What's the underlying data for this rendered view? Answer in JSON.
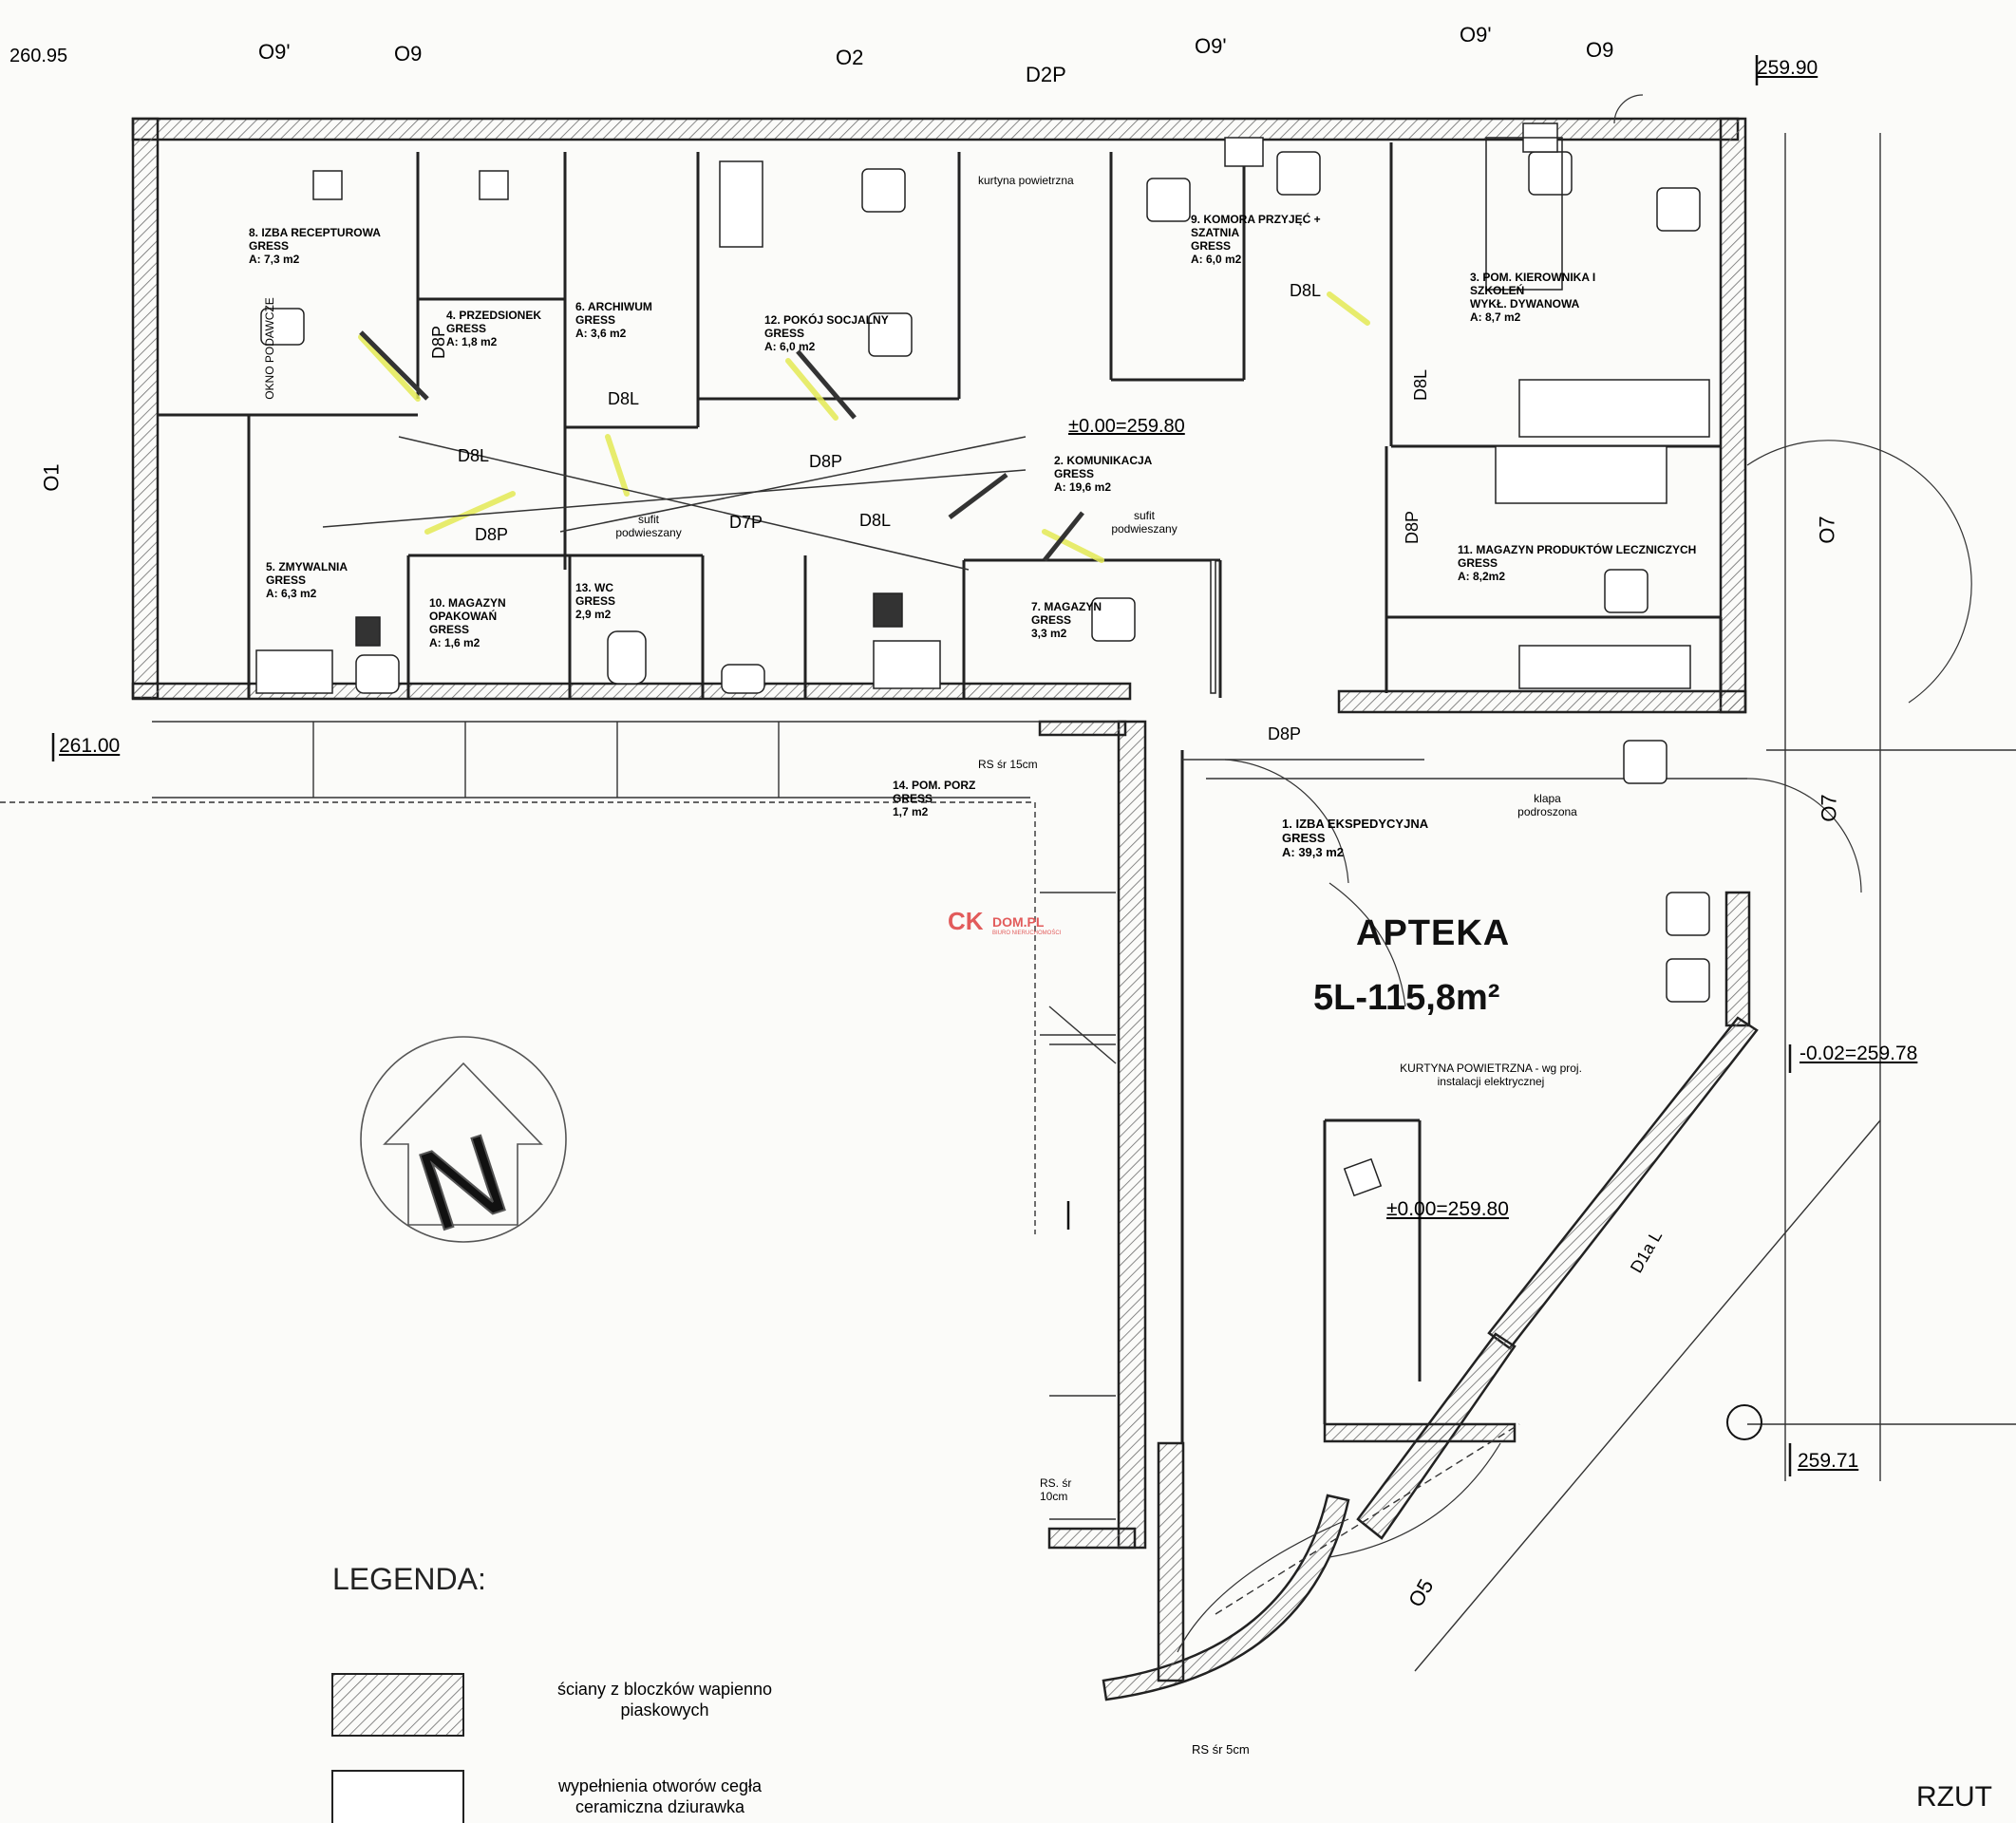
{
  "plan": {
    "title": "APTEKA",
    "area": "5L-115,8m²",
    "sheet_label": "RZUT",
    "watermark": {
      "brand": "CK",
      "domain": "DOM.PL",
      "tagline": "BIURO NIERUCHOMOŚCI"
    },
    "north_symbol": {
      "letter": "N"
    },
    "levels": [
      "259.90",
      "261.00",
      "±0.00=259.80",
      "-0.02=259.78",
      "±0.00=259.80",
      "259.71",
      "260.95"
    ],
    "axes": [
      "O9'",
      "O9",
      "O2",
      "D2P",
      "O9'",
      "O9'",
      "O9",
      "O1",
      "O7",
      "O7",
      "O5"
    ],
    "rooms": [
      {
        "name": "8. IZBA RECEPTUROWA",
        "floor": "GRESS",
        "area": "A: 7,3 m2"
      },
      {
        "name": "4. PRZEDSIONEK",
        "floor": "GRESS",
        "area": "A: 1,8 m2"
      },
      {
        "name": "6. ARCHIWUM",
        "floor": "GRESS",
        "area": "A: 3,6 m2"
      },
      {
        "name": "12. POKÓJ SOCJALNY",
        "floor": "GRESS",
        "area": "A: 6,0 m2"
      },
      {
        "name": "9. KOMORA PRZYJĘĆ + SZATNIA",
        "floor": "GRESS",
        "area": "A: 6,0 m2"
      },
      {
        "name": "3. POM. KIEROWNIKA I SZKOLEŃ",
        "floor": "WYKŁ. DYWANOWA",
        "area": "A: 8,7 m2"
      },
      {
        "name": "2. KOMUNIKACJA",
        "floor": "GRESS",
        "area": "A: 19,6 m2"
      },
      {
        "name": "5. ZMYWALNIA",
        "floor": "GRESS",
        "area": "A: 6,3 m2"
      },
      {
        "name": "10. MAGAZYN OPAKOWAŃ",
        "floor": "GRESS",
        "area": "A: 1,6 m2"
      },
      {
        "name": "13. WC",
        "floor": "GRESS",
        "area": "2,9 m2"
      },
      {
        "name": "7. MAGAZYN",
        "floor": "GRESS",
        "area": "3,3 m2"
      },
      {
        "name": "11. MAGAZYN PRODUKTÓW LECZNICZYCH",
        "floor": "GRESS",
        "area": "A: 8,2m2"
      },
      {
        "name": "14. POM. PORZ",
        "floor": "GRESS",
        "area": "1,7 m2"
      },
      {
        "name": "1. IZBA EKSPEDYCYJNA",
        "floor": "GRESS",
        "area": "A: 39,3 m2"
      }
    ],
    "notes": [
      "kurtyna powietrzna",
      "sufit podwieszany",
      "klapa podroszona",
      "KURTYNA POWIETRZNA - wg proj. instalacji elektrycznej",
      "RS śr 15cm",
      "RS śr 5cm",
      "RS. śr 10cm",
      "OKNO PODAWCZE"
    ],
    "doors": [
      "D8P",
      "D8L",
      "D8L",
      "D8P",
      "D7P",
      "D8L",
      "D8P",
      "D8L",
      "D8L",
      "D8P",
      "D8P",
      "D1a L"
    ],
    "legend": {
      "title": "LEGENDA:",
      "items": [
        {
          "label": "ściany z bloczków wapienno piaskowych"
        },
        {
          "label": "wypełnienia otworów cegła ceramiczna dziurawka"
        }
      ]
    }
  },
  "colors": {
    "wall": "#222222",
    "hatch": "#6b6b6b",
    "marker": "#e4ea55",
    "paper": "#fbfbf9",
    "watermark": "#e25b5b"
  }
}
